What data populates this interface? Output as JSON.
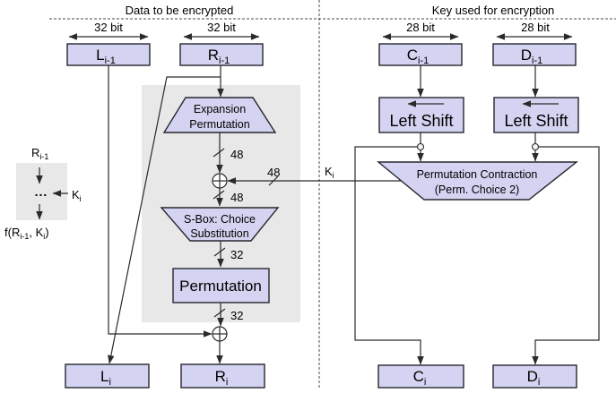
{
  "titles": {
    "left": "Data to be encrypted",
    "right": "Key used for encryption"
  },
  "bit_widths": {
    "data_bits": "32 bit",
    "key_bits": "28 bit"
  },
  "registers": {
    "l_prev": {
      "base": "L",
      "sub": "i-1"
    },
    "r_prev": {
      "base": "R",
      "sub": "i-1"
    },
    "c_prev": {
      "base": "C",
      "sub": "i-1"
    },
    "d_prev": {
      "base": "D",
      "sub": "i-1"
    },
    "l_next": {
      "base": "L",
      "sub": "i"
    },
    "r_next": {
      "base": "R",
      "sub": "i"
    },
    "c_next": {
      "base": "C",
      "sub": "i"
    },
    "d_next": {
      "base": "D",
      "sub": "i"
    }
  },
  "blocks": {
    "expansion_permutation": {
      "line1": "Expansion",
      "line2": "Permutation"
    },
    "sbox": {
      "line1": "S-Box: Choice",
      "line2": "Substitution"
    },
    "permutation": {
      "label": "Permutation"
    },
    "left_shift_c": {
      "label": "Left Shift"
    },
    "left_shift_d": {
      "label": "Left Shift"
    },
    "permuted_choice": {
      "line1": "Permutation Contraction",
      "line2": "(Perm. Choice 2)"
    }
  },
  "wire_labels": {
    "expansion_out": "48",
    "subkey_in": "48",
    "xor_out": "48",
    "sbox_out": "32",
    "perm_out": "32",
    "subkey": {
      "base": "K",
      "sub": "i"
    }
  },
  "legend": {
    "input": {
      "base": "R",
      "sub": "i-1"
    },
    "dots": "...",
    "key": {
      "base": "K",
      "sub": "i"
    },
    "output": {
      "p1": "f(R",
      "sub1": "i-1",
      "p2": ", K",
      "sub2": "i",
      "p3": ")"
    }
  },
  "colors": {
    "box_fill": "#d4d4f2",
    "panel_fill": "#e8e8e8",
    "line": "#2a2a2a",
    "background": "#ffffff"
  }
}
